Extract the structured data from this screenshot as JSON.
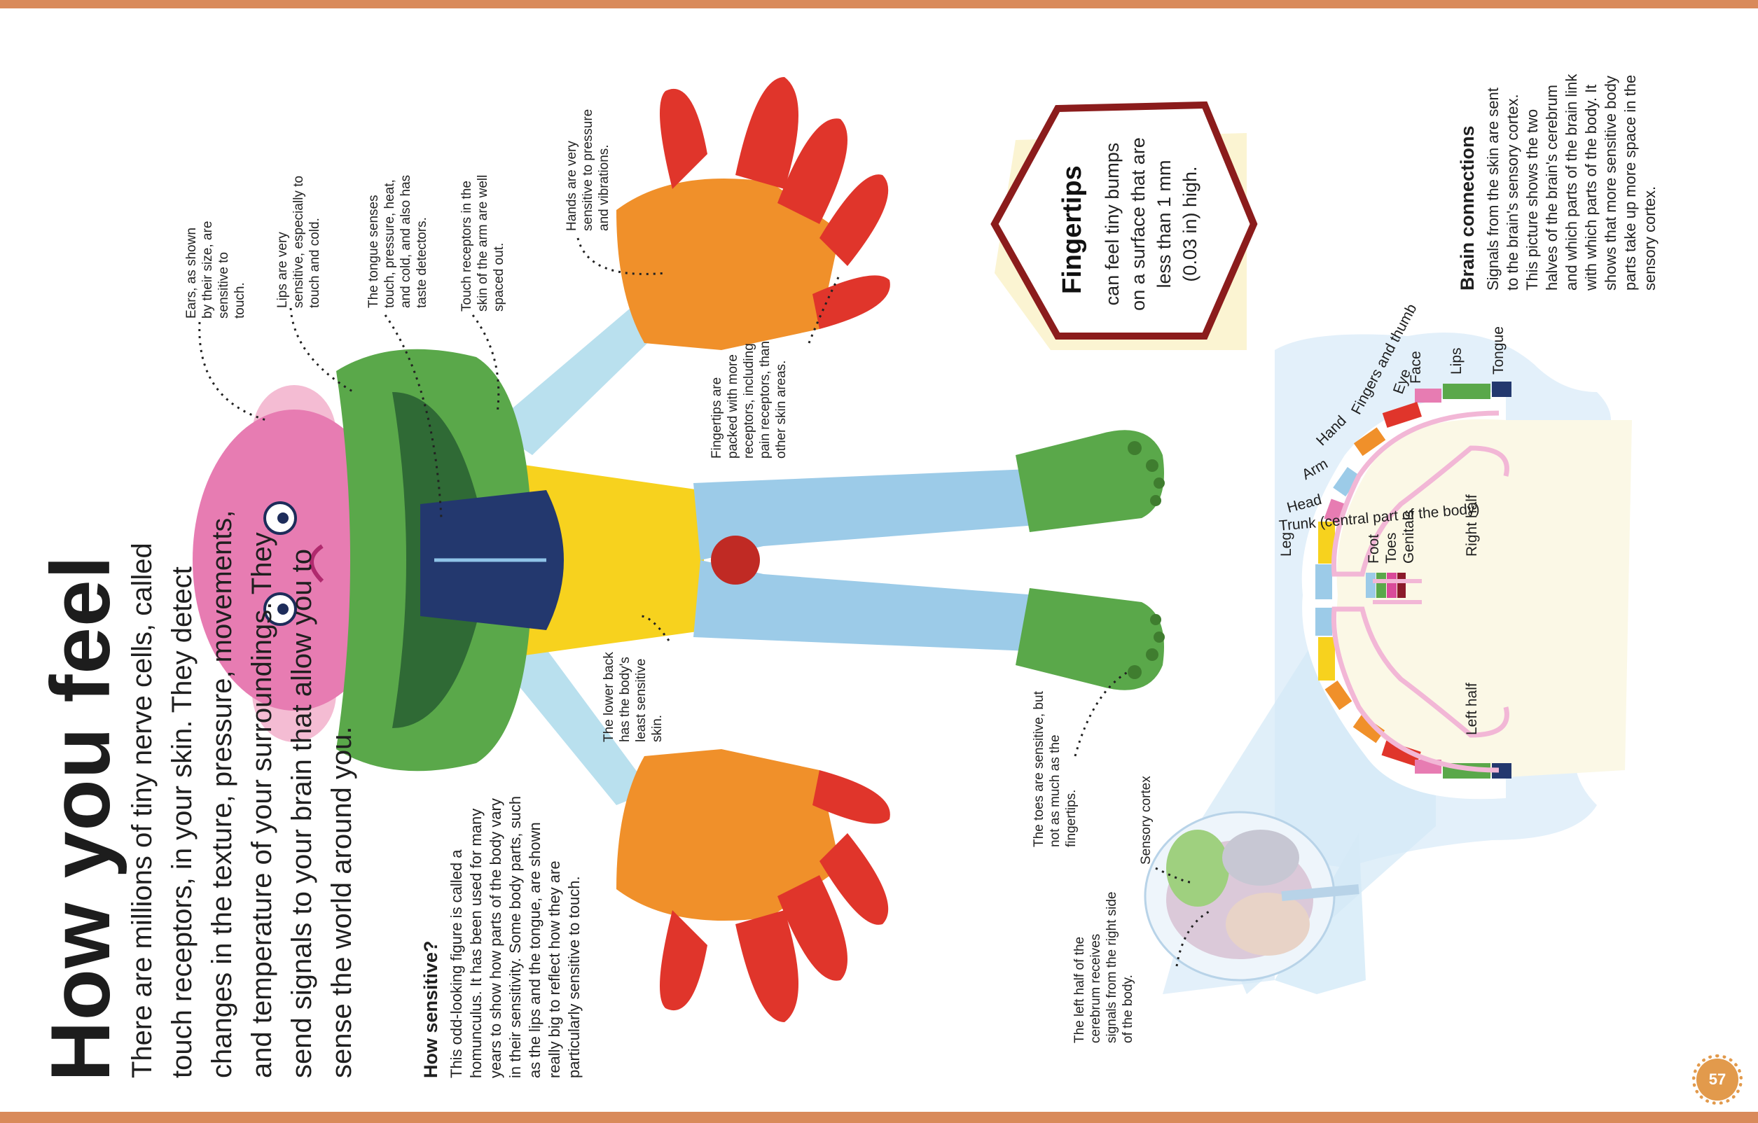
{
  "title": "How you feel",
  "intro": "There are millions of tiny nerve cells, called touch receptors, in your skin. They detect changes in the texture, pressure, movements, and temperature of your surroundings. They send signals to your brain that allow you to sense the world around you.",
  "how_sensitive": {
    "heading": "How sensitive?",
    "body": "This odd-looking figure is called a homunculus. It has been used for many years to show how parts of the body vary in their sensitivity. Some body parts, such as the lips and the tongue, are shown really big to reflect how they are particularly sensitive to touch."
  },
  "annotations": {
    "ears": "Ears, as shown by their size, are sensitive to touch.",
    "lips": "Lips are very sensitive, especially to touch and cold.",
    "tongue": "The tongue senses touch, pressure, heat, and cold, and also has taste detectors.",
    "arm": "Touch receptors in the skin of the arm are well spaced out.",
    "hands": "Hands are very sensitive to pressure and vibrations.",
    "fingertips": "Fingertips are packed with more receptors, including pain receptors, than other skin areas.",
    "lower_back": "The lower back has the body's least sensitive skin.",
    "toes": "The toes are sensitive, but not as much as the fingertips.",
    "left_cerebrum": "The left half of the cerebrum receives signals from the right side of the body.",
    "sensory_cortex": "Sensory cortex"
  },
  "fact": {
    "heading": "Fingertips",
    "body": "can feel tiny bumps on a surface that are less than 1 mm (0.03 in) high."
  },
  "brain_connections": {
    "heading": "Brain connections",
    "body": "Signals from the skin are sent to the brain's sensory cortex. This picture shows the two halves of the brain's cerebrum and which parts of the brain link with which parts of the body. It shows that more sensitive body parts take up more space in the sensory cortex."
  },
  "brain_labels": {
    "tongue": "Tongue",
    "lips": "Lips",
    "face": "Face",
    "eye": "Eye",
    "fingers": "Fingers and thumb",
    "hand": "Hand",
    "arm": "Arm",
    "head": "Head",
    "trunk": "Trunk (central part of the body)",
    "leg": "Leg",
    "foot": "Foot",
    "toes": "Toes",
    "genitals": "Genitals",
    "right_half": "Right half",
    "left_half": "Left half"
  },
  "page_number": "57",
  "colors": {
    "border": "#d98a5a",
    "red": "#e0352b",
    "orange": "#f0902a",
    "green": "#5aa84a",
    "pink": "#e77cb2",
    "yellow": "#f7d21e",
    "skyblue": "#9ccbe8",
    "navy": "#23386e"
  }
}
